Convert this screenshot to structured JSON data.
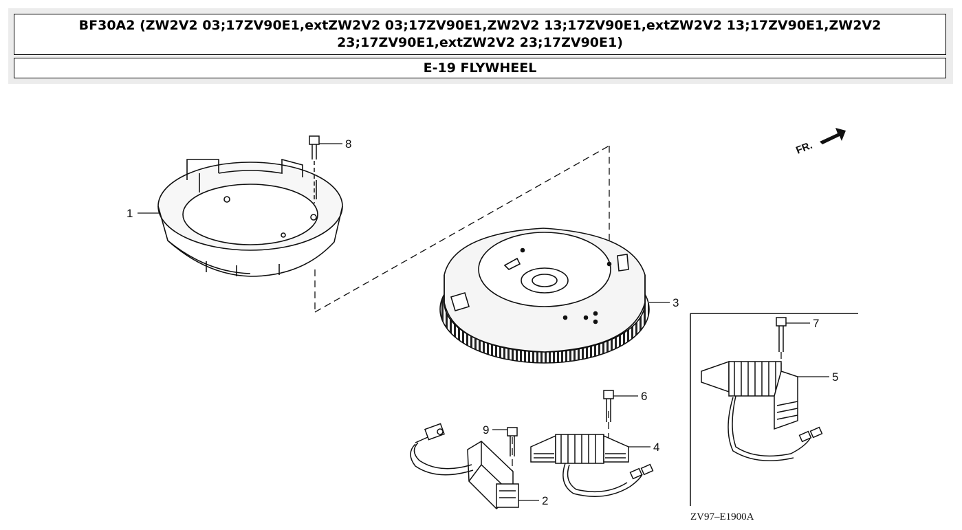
{
  "header": {
    "model_title": "BF30A2 (ZW2V2 03;17ZV90E1,extZW2V2 03;17ZV90E1,ZW2V2 13;17ZV90E1,extZW2V2 13;17ZV90E1,ZW2V2 23;17ZV90E1,extZW2V2 23;17ZV90E1)",
    "section_title": "E-19 FLYWHEEL"
  },
  "diagram": {
    "front_marker": "FR.",
    "drawing_code": "ZV97–E1900A",
    "callouts": [
      {
        "ref": "1"
      },
      {
        "ref": "2"
      },
      {
        "ref": "3"
      },
      {
        "ref": "4"
      },
      {
        "ref": "5"
      },
      {
        "ref": "6"
      },
      {
        "ref": "7"
      },
      {
        "ref": "8"
      },
      {
        "ref": "9"
      }
    ]
  }
}
